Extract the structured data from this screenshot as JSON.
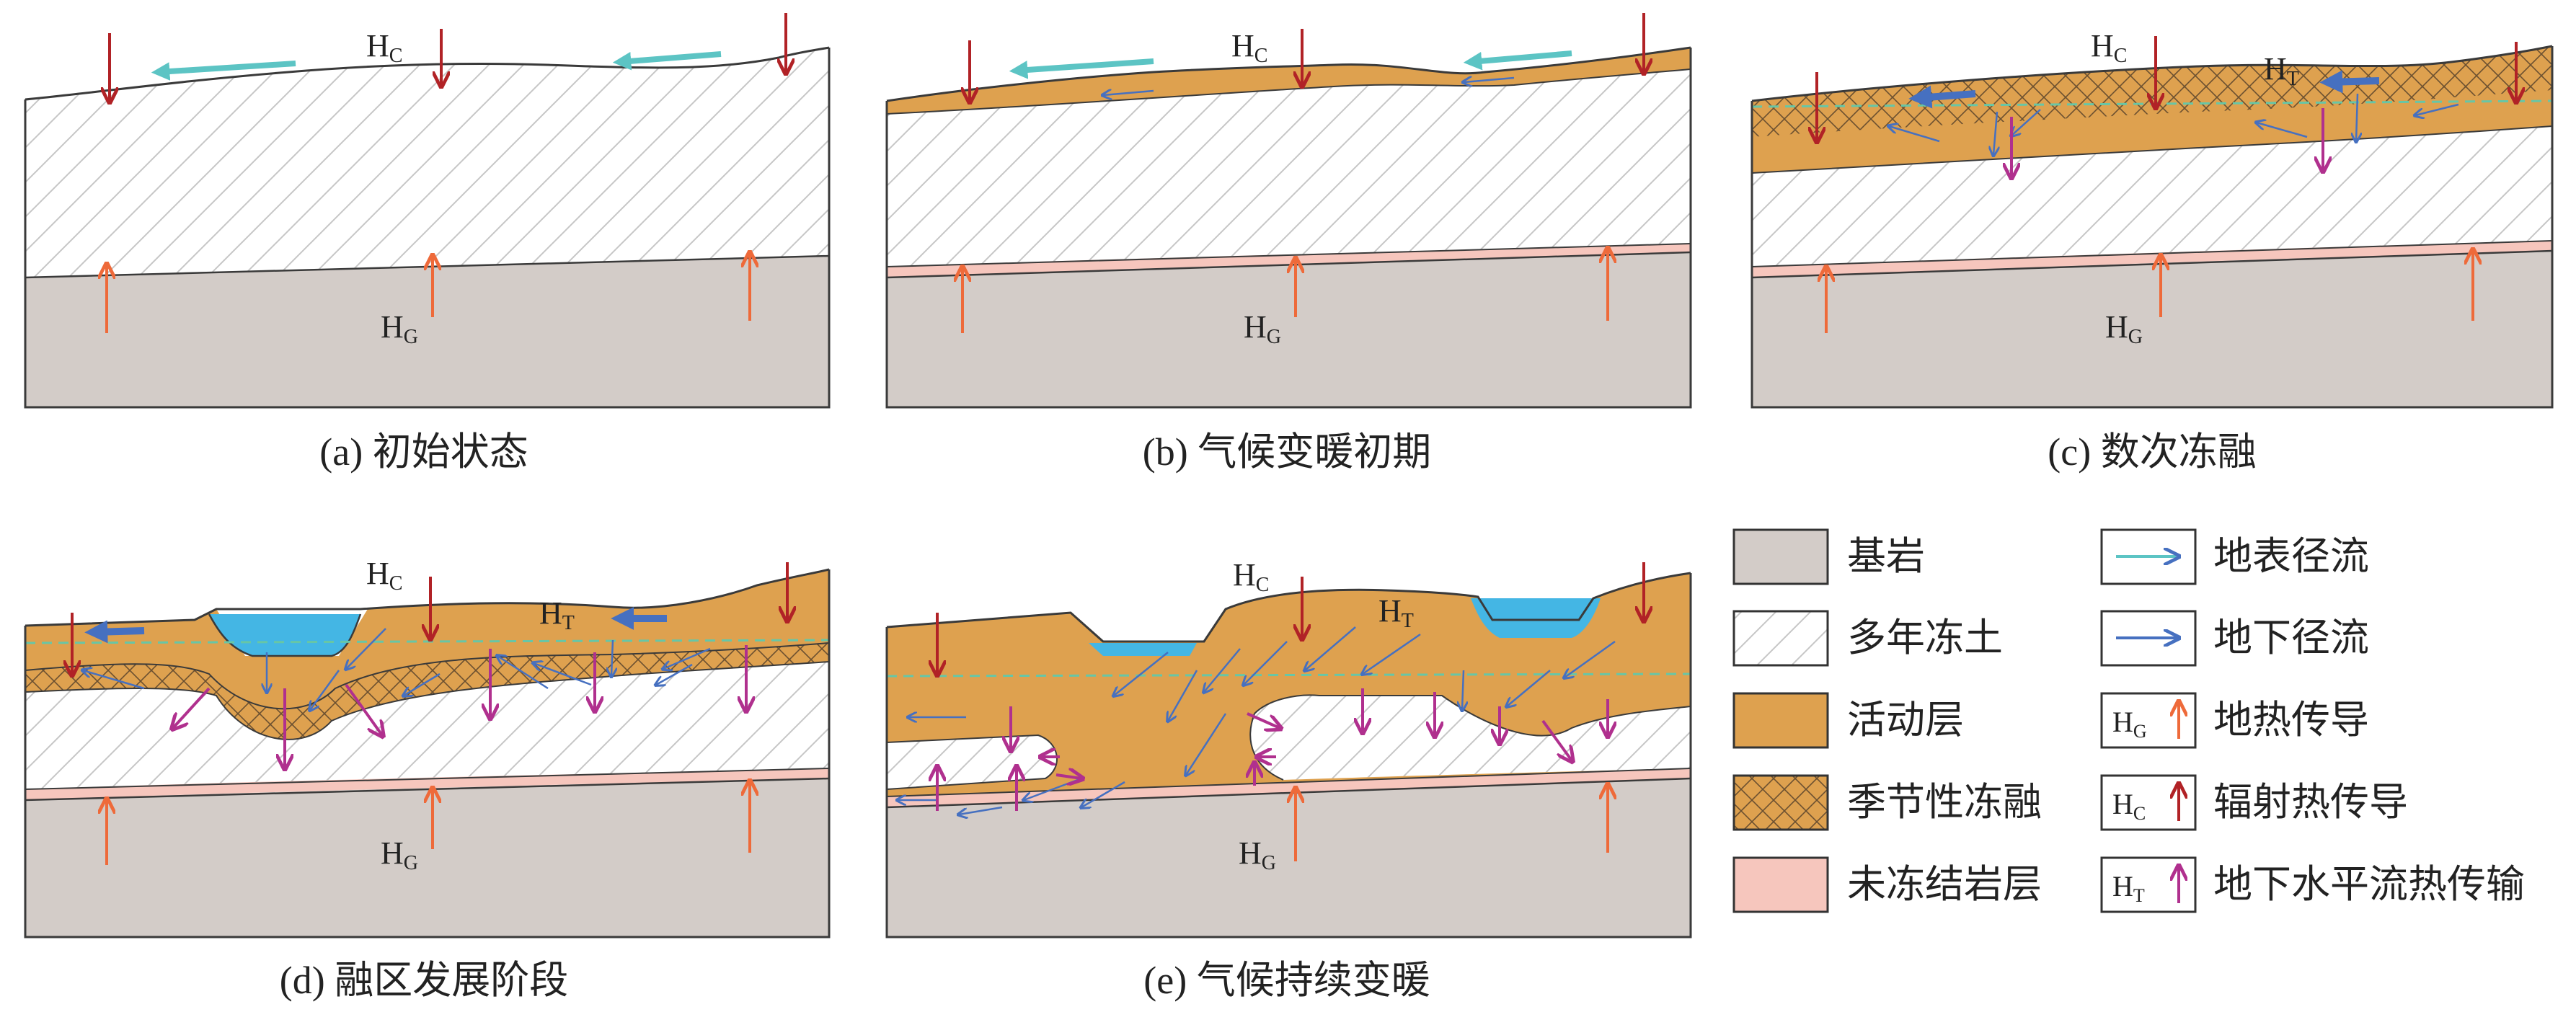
{
  "labels": {
    "hc": "H",
    "hc_sub": "C",
    "hg": "H",
    "hg_sub": "G",
    "ht": "H",
    "ht_sub": "T"
  },
  "panels": [
    {
      "id": "a",
      "caption": "(a) 初始状态"
    },
    {
      "id": "b",
      "caption": "(b) 气候变暖初期"
    },
    {
      "id": "c",
      "caption": "(c) 数次冻融"
    },
    {
      "id": "d",
      "caption": "(d) 融区发展阶段"
    },
    {
      "id": "e",
      "caption": "(e) 气候持续变暖"
    }
  ],
  "legend": {
    "left": [
      {
        "label": "基岩",
        "color": "#d3ccc8",
        "pattern": "none"
      },
      {
        "label": "多年冻土",
        "color": "#ffffff",
        "pattern": "hatch"
      },
      {
        "label": "活动层",
        "color": "#dea14f",
        "pattern": "none"
      },
      {
        "label": "季节性冻融",
        "color": "#dea14f",
        "pattern": "crosshatch"
      },
      {
        "label": "未冻结岩层",
        "color": "#f6c6bd",
        "pattern": "none"
      }
    ],
    "right": [
      {
        "label": "地表径流",
        "symbol": "surface-arrow",
        "color": "#5cc4c4"
      },
      {
        "label": "地下径流",
        "symbol": "underground-arrow",
        "color": "#4670c0"
      },
      {
        "label": "地热传导",
        "symbol": "HG",
        "color": "#ee6a3a"
      },
      {
        "label": "辐射热传导",
        "symbol": "HC",
        "color": "#b12226"
      },
      {
        "label": "地下水平流热传输",
        "symbol": "HT",
        "color": "#b0308e"
      }
    ]
  },
  "colors": {
    "bedrock": "#d3ccc8",
    "permafrost": "#ffffff",
    "active_layer": "#dea14f",
    "unfrozen_rock": "#f6c6bd",
    "water": "#44b6e4",
    "surface_runoff": "#5cc4c4",
    "underground_runoff": "#4670c0",
    "geothermal": "#ee6a3a",
    "radiation": "#b12226",
    "advection": "#b0308e"
  }
}
